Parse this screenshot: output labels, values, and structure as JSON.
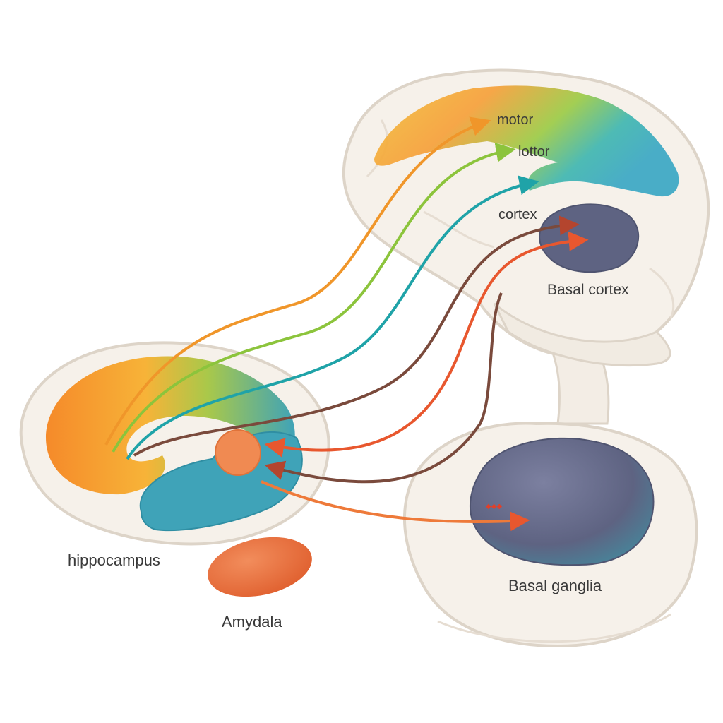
{
  "labels": {
    "motor": "motor",
    "lottor": "lottor",
    "third_region": "",
    "cortex": "cortex",
    "basal_cortex": "Basal cortex",
    "hippocampus": "hippocampus",
    "amygdala": "Amydala",
    "basal_ganglia": "Basal ganglia"
  },
  "colors": {
    "pathway_orange": "#f0962a",
    "pathway_green": "#8cc43c",
    "pathway_teal": "#1fa3a8",
    "pathway_brown": "#7a4a3c",
    "pathway_red": "#e8572e",
    "nucleus_slate": "#5e6382",
    "tissue_cream": "#f6f1ea",
    "amygdala_orange": "#e86d38",
    "hippocampus_teal": "#3fa3b8"
  }
}
